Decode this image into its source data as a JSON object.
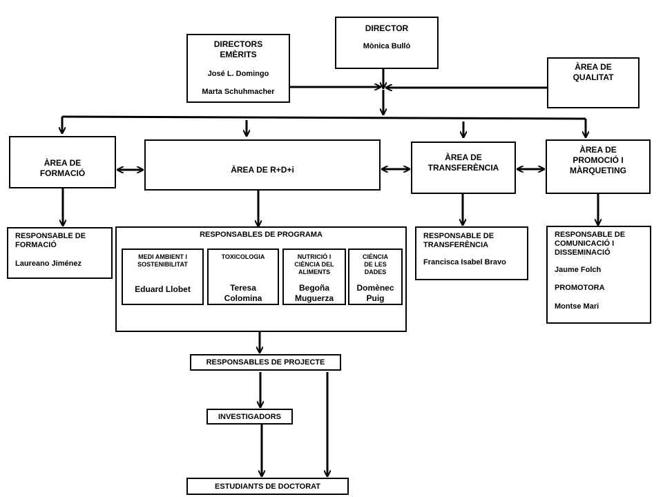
{
  "director": {
    "title": "DIRECTOR",
    "name": "Mònica Bulló"
  },
  "emeriti": {
    "title": "DIRECTORS\nEMÈRITS",
    "names": [
      "José L. Domingo",
      "Marta Schuhmacher"
    ]
  },
  "quality": {
    "title": "ÀREA DE\nQUALITAT"
  },
  "areas": {
    "training": "ÀREA DE\nFORMACIÓ",
    "rdi": "ÀREA DE R+D+i",
    "transfer": "ÀREA DE\nTRANSFERÈNCIA",
    "marketing": "ÀREA DE\nPROMOCIÓ I\nMÀRQUETING"
  },
  "training_resp": {
    "title": "RESPONSABLE DE\nFORMACIÓ",
    "name": "Laureano Jiménez"
  },
  "programs": {
    "title": "RESPONSABLES DE PROGRAMA",
    "items": [
      {
        "label": "MEDI AMBIENT I\nSOSTENIBILITAT",
        "name": "Eduard Llobet"
      },
      {
        "label": "TOXICOLOGIA",
        "name": "Teresa\nColomina"
      },
      {
        "label": "NUTRICIÓ I\nCIÈNCIA DEL\nALIMENTS",
        "name": "Begoña\nMuguerza"
      },
      {
        "label": "CIÈNCIA\nDE LES\nDADES",
        "name": "Domènec\nPuig"
      }
    ]
  },
  "transfer_resp": {
    "title": "RESPONSABLE DE\nTRANSFERÈNCIA",
    "name": "Francisca Isabel Bravo"
  },
  "marketing_resp": {
    "title": "RESPONSABLE DE\nCOMUNICACIÓ I\nDISSEMINACIÓ",
    "name": "Jaume Folch",
    "role2": "PROMOTORA",
    "name2": "Montse Mari"
  },
  "project": {
    "title": "RESPONSABLES DE PROJECTE"
  },
  "researchers": {
    "title": "INVESTIGADORS"
  },
  "phd": {
    "title": "ESTUDIANTS DE DOCTORAT"
  }
}
